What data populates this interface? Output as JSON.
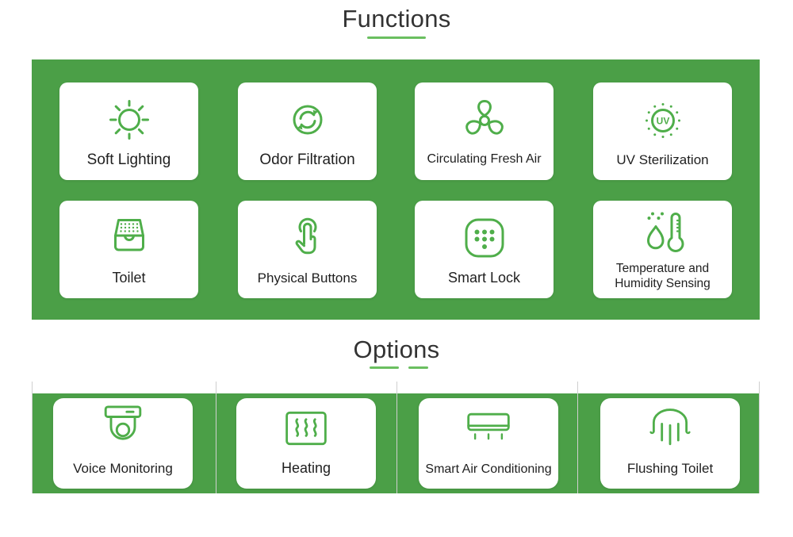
{
  "colors": {
    "panel_green": "#4b9f47",
    "icon_green": "#4fae4a",
    "accent_green": "#6abf60",
    "divider_gray": "#cfcfcf",
    "title_color": "#333333",
    "label_color": "#1f1f1f",
    "card_bg": "#ffffff"
  },
  "functions": {
    "title": "Functions",
    "items": [
      {
        "label": "Soft Lighting",
        "icon": "sun-icon"
      },
      {
        "label": "Odor Filtration",
        "icon": "refresh-circle-icon"
      },
      {
        "label": "Circulating Fresh Air",
        "icon": "fan-icon"
      },
      {
        "label": "UV Sterilization",
        "icon": "uv-circle-icon"
      },
      {
        "label": "Toilet",
        "icon": "toilet-tray-icon"
      },
      {
        "label": "Physical Buttons",
        "icon": "tap-hand-icon"
      },
      {
        "label": "Smart Lock",
        "icon": "keypad-lock-icon"
      },
      {
        "label": "Temperature and Humidity Sensing",
        "icon": "temperature-humidity-icon"
      }
    ]
  },
  "options": {
    "title": "Options",
    "items": [
      {
        "label": "Voice Monitoring",
        "icon": "dome-camera-icon"
      },
      {
        "label": "Heating",
        "icon": "heating-waves-icon"
      },
      {
        "label": "Smart Air Conditioning",
        "icon": "air-conditioner-icon"
      },
      {
        "label": "Flushing Toilet",
        "icon": "flushing-water-icon"
      }
    ]
  }
}
